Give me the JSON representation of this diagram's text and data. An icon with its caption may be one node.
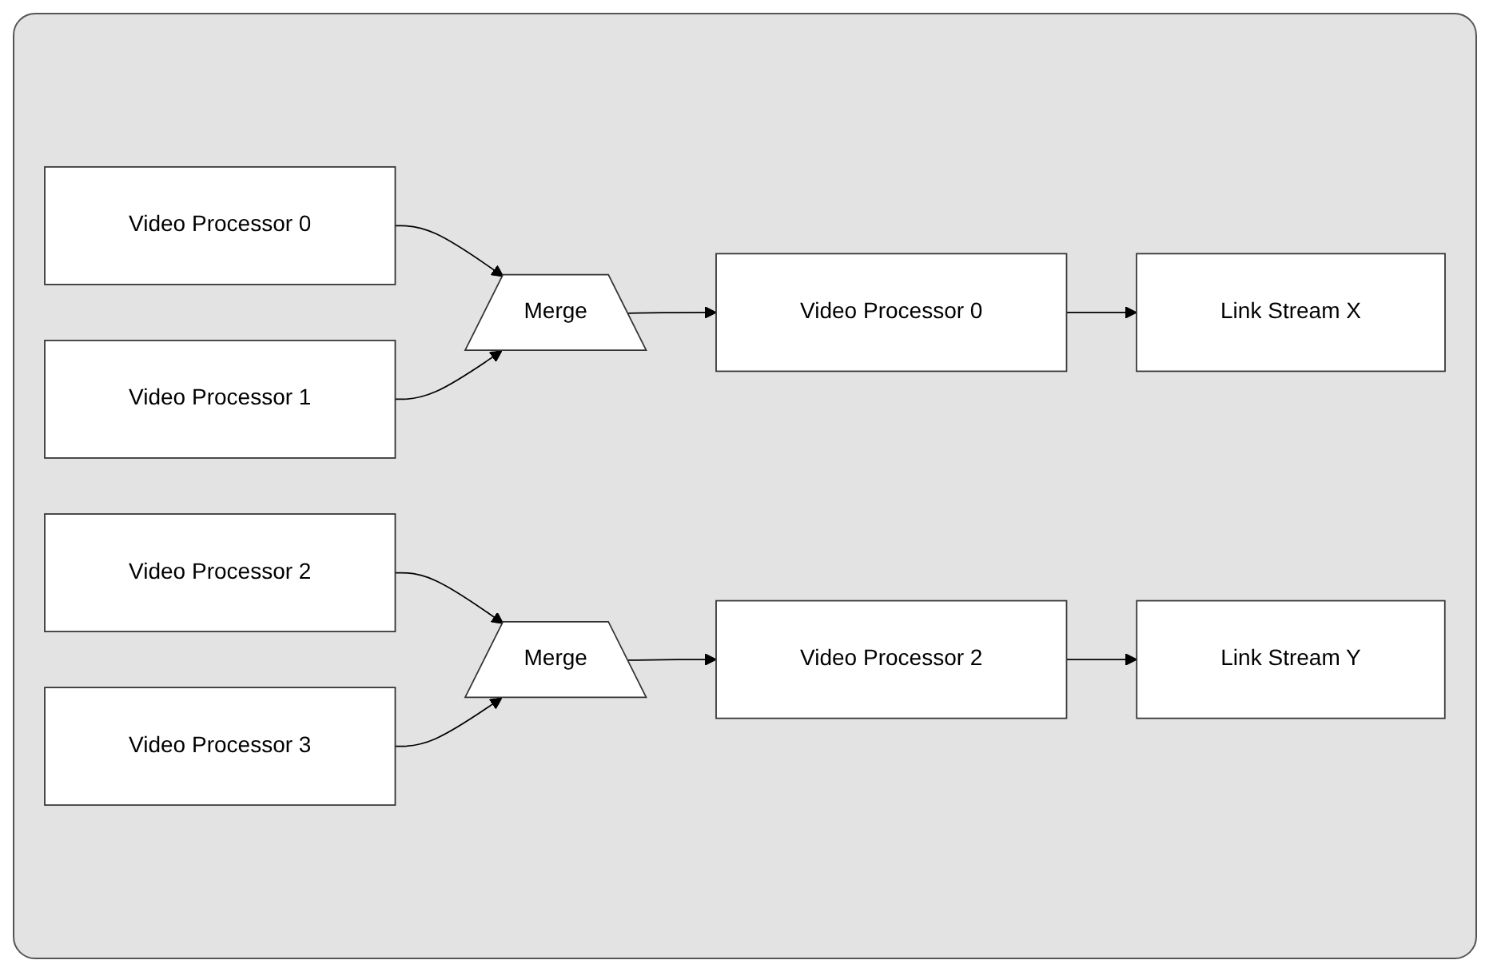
{
  "diagram": {
    "nodes": [
      {
        "text": [
          "Video Processor 0"
        ]
      },
      {
        "text": [
          "Video Processor 1"
        ]
      },
      {
        "text": [
          "Merge"
        ]
      },
      {
        "text": [
          "Video Processor 0"
        ]
      },
      {
        "text": [
          "Link Stream X"
        ]
      },
      {
        "text": [
          "Video Processor 2"
        ]
      },
      {
        "text": [
          "Video Processor 3"
        ]
      },
      {
        "text": [
          "Merge"
        ]
      },
      {
        "text": [
          "Video Processor 2"
        ]
      },
      {
        "text": [
          "Link Stream Y"
        ]
      }
    ],
    "edges": [
      {
        "from": 0,
        "to": 2,
        "arrow": "to"
      },
      {
        "from": 1,
        "to": 2,
        "arrow": "to"
      },
      {
        "from": 2,
        "to": 3,
        "arrow": "to"
      },
      {
        "from": 3,
        "to": 4,
        "arrow": "to"
      },
      {
        "from": 5,
        "to": 7,
        "arrow": "to"
      },
      {
        "from": 6,
        "to": 7,
        "arrow": "to"
      },
      {
        "from": 7,
        "to": 8,
        "arrow": "to"
      },
      {
        "from": 8,
        "to": 9,
        "arrow": "to"
      }
    ]
  }
}
